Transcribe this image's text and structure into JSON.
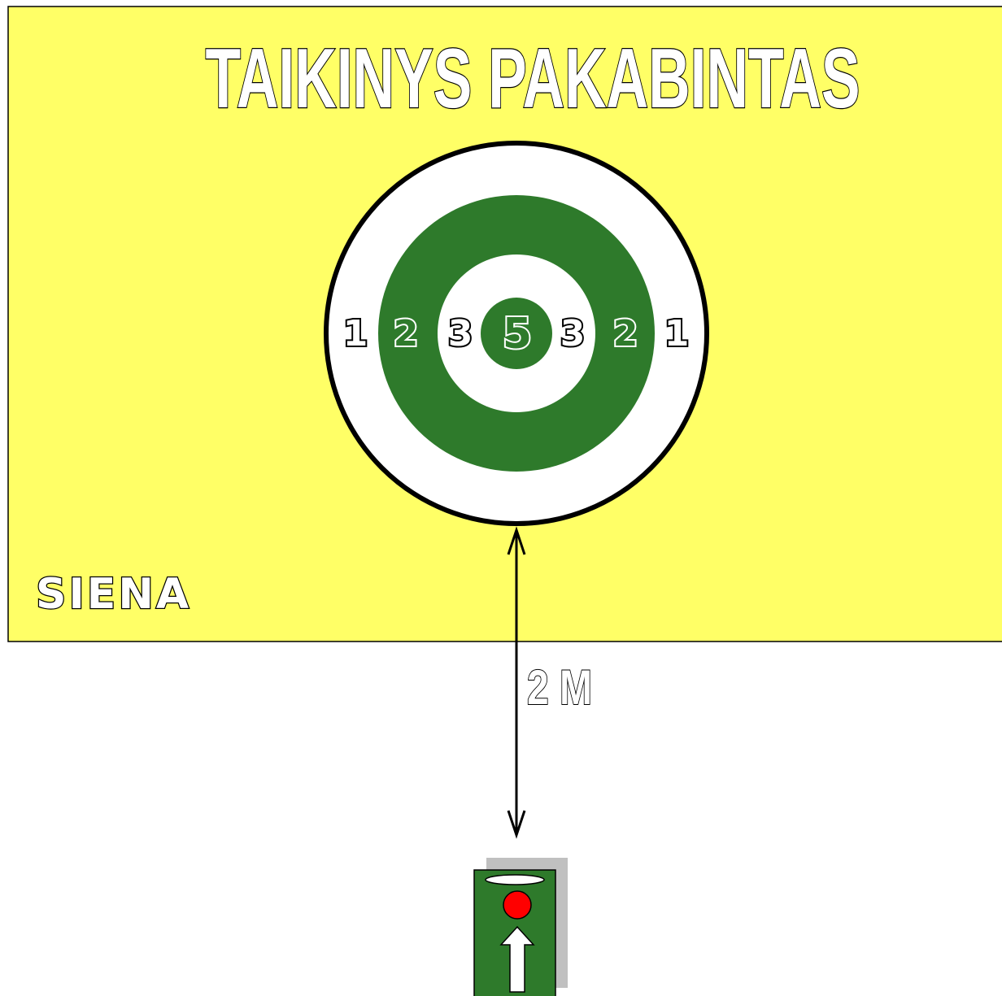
{
  "title": "TAIKINYS PAKABINTAS",
  "wall_label": "SIENA",
  "distance_label": "2 M",
  "target": {
    "ring_scores": {
      "outer": "1",
      "second": "2",
      "third": "3",
      "bullseye": "5"
    }
  },
  "colors": {
    "wall": "#ffff66",
    "ring_green": "#2e7a2b",
    "ring_white": "#ffffff",
    "ball": "#ff0000",
    "shadow": "#c0c0c0"
  },
  "icons": {
    "ball": "red-ball-icon",
    "direction": "up-arrow-icon",
    "measure": "double-arrow-icon"
  }
}
